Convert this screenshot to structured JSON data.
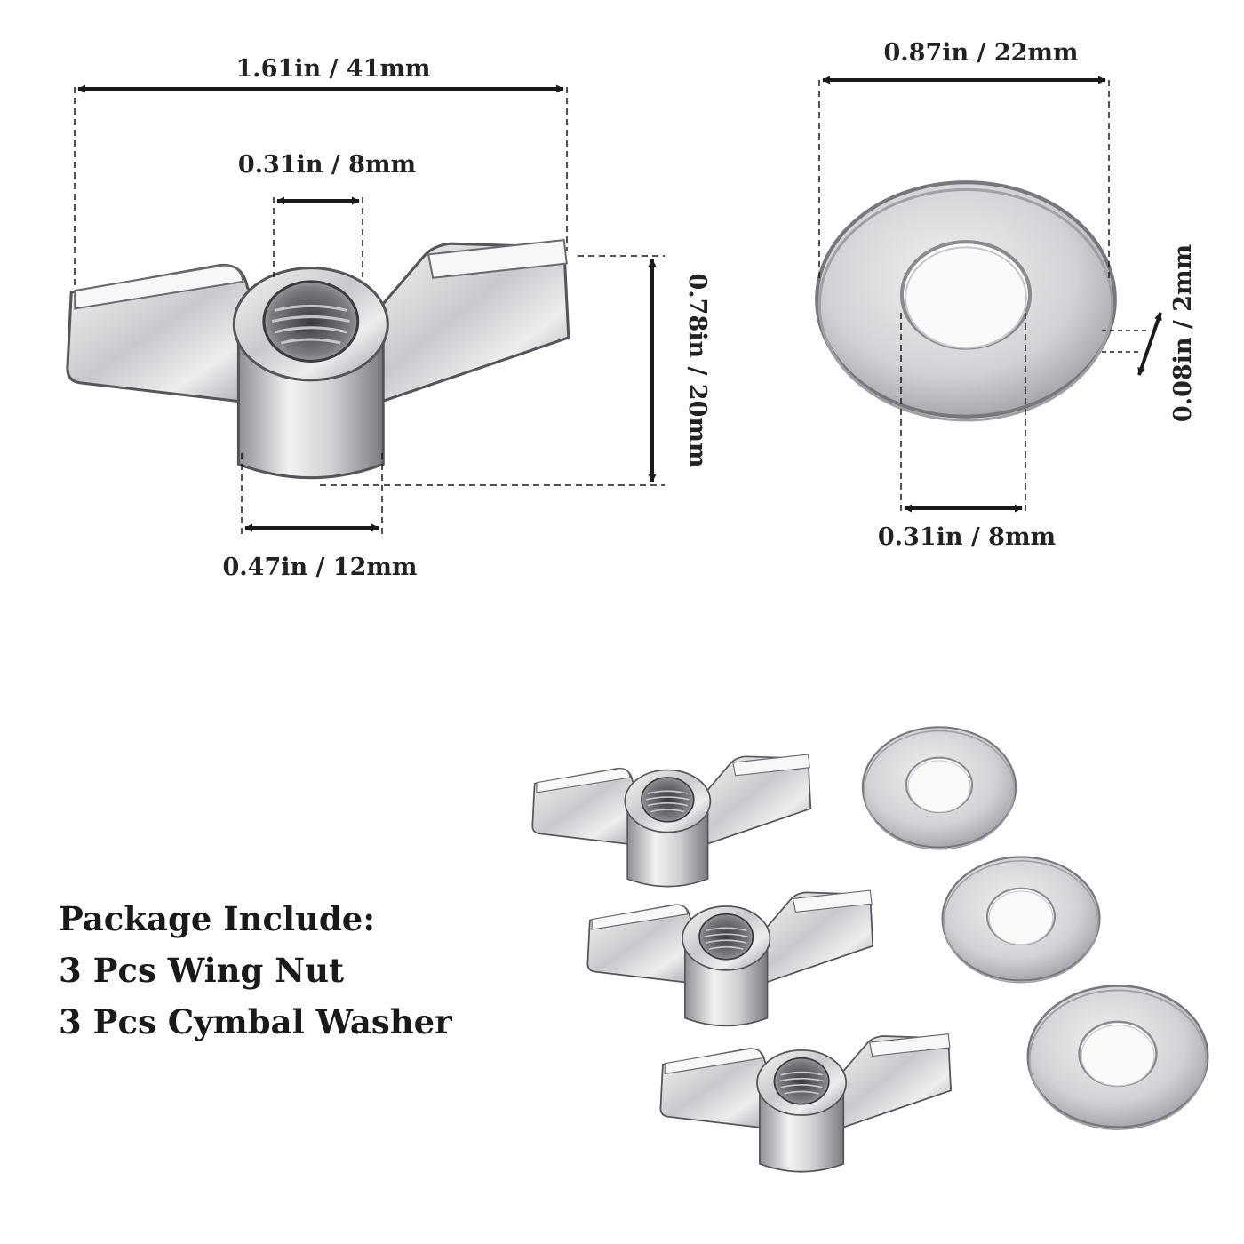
{
  "wing_nut_dimensions": {
    "total_width": "1.61in / 41mm",
    "thread_diameter": "0.31in / 8mm",
    "height": "0.78in / 20mm",
    "barrel_diameter": "0.47in / 12mm"
  },
  "washer_dimensions": {
    "outer_diameter": "0.87in / 22mm",
    "thickness": "0.08in / 2mm",
    "inner_diameter": "0.31in / 8mm"
  },
  "package": {
    "heading": "Package Include:",
    "items": [
      "3 Pcs Wing Nut",
      "3 Pcs Cymbal Washer"
    ]
  },
  "colors": {
    "metal_light": "#e6e6e8",
    "metal_mid": "#b4b4b8",
    "metal_dark": "#6e6e74",
    "dimension_line": "#1a1a1a"
  },
  "icons": [
    "wing-nut-icon",
    "cymbal-washer-icon"
  ]
}
